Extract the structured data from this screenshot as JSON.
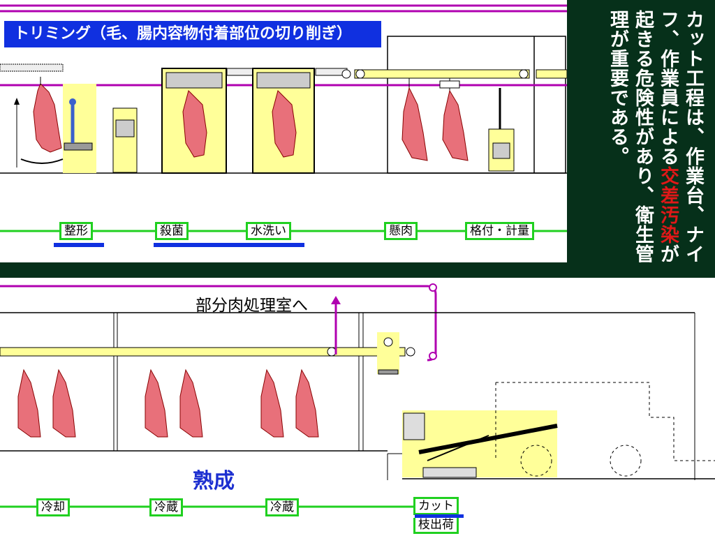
{
  "title": "トリミング（毛、腸内容物付着部位の切り削ぎ）",
  "side_text": {
    "part1": "カット工程は、作業台、ナイフ、作業員による",
    "highlight1": "交差汚染",
    "part2": "が起きる危険性があり、衛生管理が重要である。"
  },
  "top_steps": [
    "整形",
    "殺菌",
    "水洗い",
    "懸肉",
    "格付・計量"
  ],
  "transfer_label": "部分肉処理室へ",
  "aging_label": "熟成",
  "bottom_steps": [
    "冷却",
    "冷蔵",
    "冷蔵",
    "カット",
    "枝出荷"
  ],
  "colors": {
    "accent_blue": "#1030e0",
    "step_border": "#20d020",
    "rail_purple": "#b000b0",
    "meat": "#e8707a",
    "highlight_yellow": "#ffff99",
    "dark_green": "#06301a",
    "warning_red": "#e01818"
  }
}
